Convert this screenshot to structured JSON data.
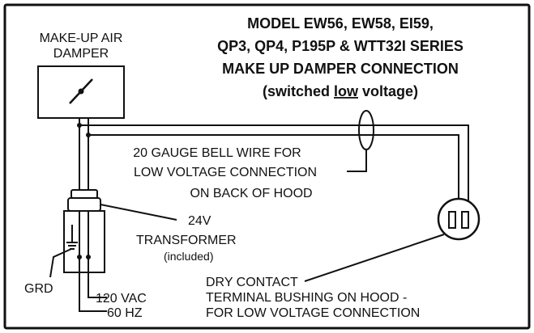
{
  "title": {
    "line1": "MODEL EW56, EW58, EI59,",
    "line2": "QP3, QP4, P195P & WTT32I SERIES",
    "line3": "MAKE UP DAMPER CONNECTION",
    "line4_pre": "(switched ",
    "line4_underlined": "low",
    "line4_post": " voltage)"
  },
  "damper": {
    "line1": "MAKE-UP AIR",
    "line2": "DAMPER"
  },
  "wire_note": {
    "line1": "20 GAUGE BELL WIRE FOR",
    "line2": "LOW VOLTAGE CONNECTION",
    "line3": "ON BACK OF HOOD"
  },
  "transformer": {
    "line1": "24V",
    "line2": "TRANSFORMER",
    "line3": "(included)"
  },
  "ground": {
    "label": "GRD"
  },
  "power": {
    "line1": "120 VAC",
    "line2": "60 HZ"
  },
  "contact": {
    "line1": "DRY CONTACT",
    "line2": "TERMINAL BUSHING ON HOOD -",
    "line3": "FOR LOW VOLTAGE CONNECTION"
  },
  "colors": {
    "ink": "#111111",
    "background": "#ffffff"
  }
}
